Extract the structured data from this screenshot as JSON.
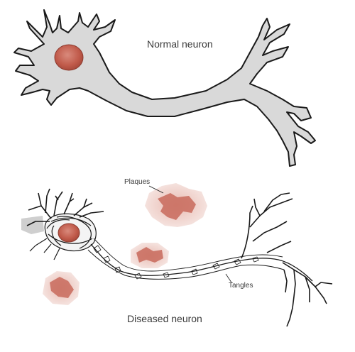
{
  "labels": {
    "normal": "Normal neuron",
    "diseased": "Diseased neuron",
    "plaques": "Plaques",
    "tangles": "Tangles"
  },
  "colors": {
    "body_fill": "#d9d9d9",
    "outline": "#1a1a1a",
    "nucleus": "#c05a4a",
    "plaque": "#c86a5c",
    "plaque_halo": "#eccdc6"
  }
}
